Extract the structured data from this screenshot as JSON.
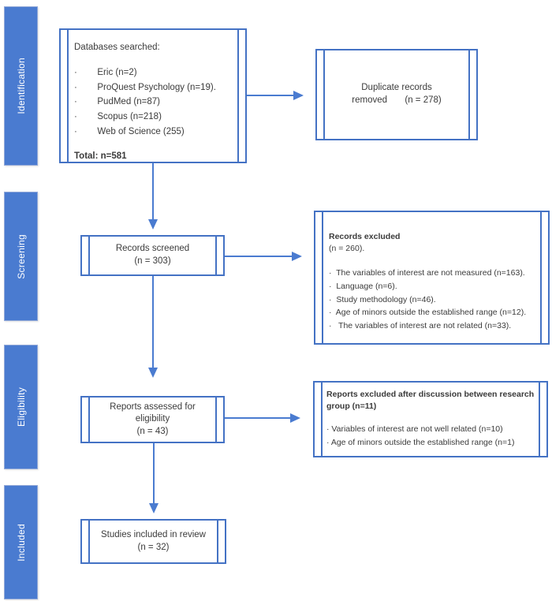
{
  "colors": {
    "accent_blue": "#4472C4",
    "arrow_blue": "#4A7BD0",
    "bar_fill": "#4A7BD0",
    "text": "#3B3B3B",
    "bar_text": "#FFFFFF"
  },
  "stages": [
    {
      "label": "Identification"
    },
    {
      "label": "Screening"
    },
    {
      "label": "Eligibility"
    },
    {
      "label": "Included"
    }
  ],
  "boxes": {
    "databases": {
      "title": "Databases searched:",
      "items": [
        "·        Eric (n=2)",
        "·        ProQuest Psychology (n=19).",
        "·        PudMed (n=87)",
        "·        Scopus (n=218)",
        "·        Web of Science (255)"
      ],
      "total": "Total: n=581"
    },
    "duplicates": {
      "lines": [
        "Duplicate records",
        "removed       (n = 278)"
      ]
    },
    "screened": {
      "lines": [
        "Records screened",
        "(n = 303)"
      ]
    },
    "records_excluded": {
      "title": "Records excluded",
      "subtitle": "(n = 260).",
      "items": [
        "·  The variables of interest are not measured (n=163).",
        "·  Language (n=6).",
        "·  Study methodology (n=46).",
        "·  Age of minors outside the established range (n=12).",
        "·   The variables of interest are not related (n=33)."
      ]
    },
    "assessed": {
      "lines": [
        "Reports assessed for",
        "eligibility",
        "(n = 43)"
      ]
    },
    "reports_excluded": {
      "title": "Reports excluded after discussion between research group (n=11)",
      "items": [
        "· Variables of interest are not well related (n=10)",
        "· Age of minors outside the established range (n=1)"
      ]
    },
    "included": {
      "lines": [
        "Studies included in review",
        "(n = 32)"
      ]
    }
  }
}
